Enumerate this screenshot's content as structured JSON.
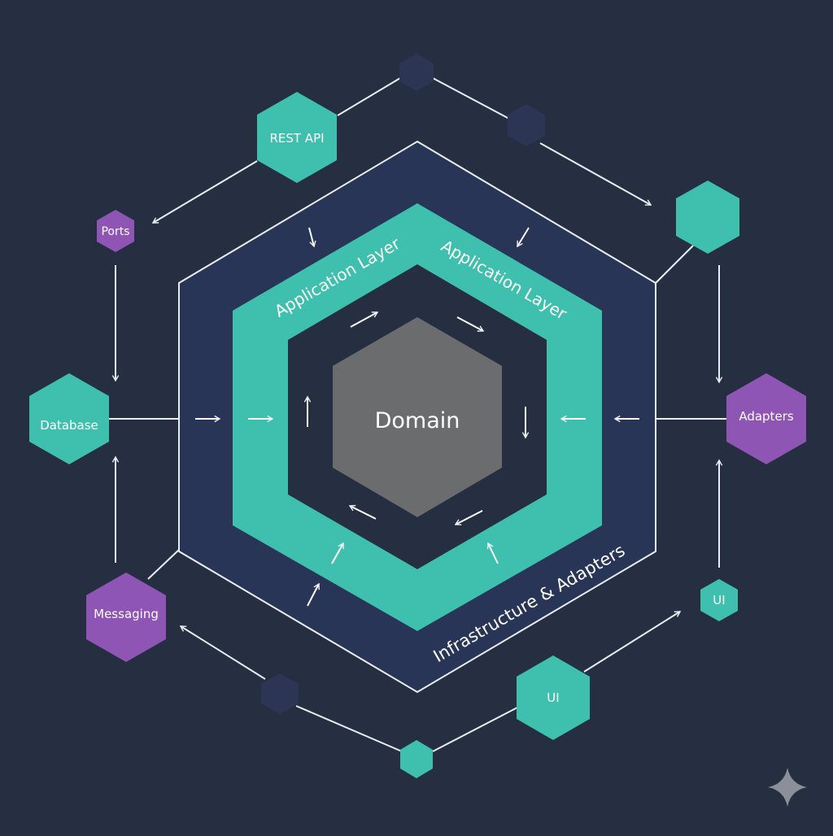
{
  "diagram": {
    "center_label": "Domain",
    "ring_labels": {
      "application_left": "Application Layer",
      "application_right": "Application Layer",
      "infrastructure": "Infrastructure & Adapters"
    },
    "nodes": {
      "rest_api": "REST API",
      "ports": "Ports",
      "database": "Database",
      "messaging": "Messaging",
      "adapters": "Adapters",
      "ui_small": "UI",
      "ui_large": "UI"
    }
  },
  "colors": {
    "background": "#262f41",
    "outer_ring": "#283556",
    "teal": "#3fbfae",
    "purple": "#8e55b5",
    "domain_gray": "#6b6c6e",
    "inner_dark": "#262f41",
    "dark_node": "#2c3553",
    "line": "#e8eef2"
  },
  "icons": {
    "sparkle": "sparkle-icon"
  }
}
